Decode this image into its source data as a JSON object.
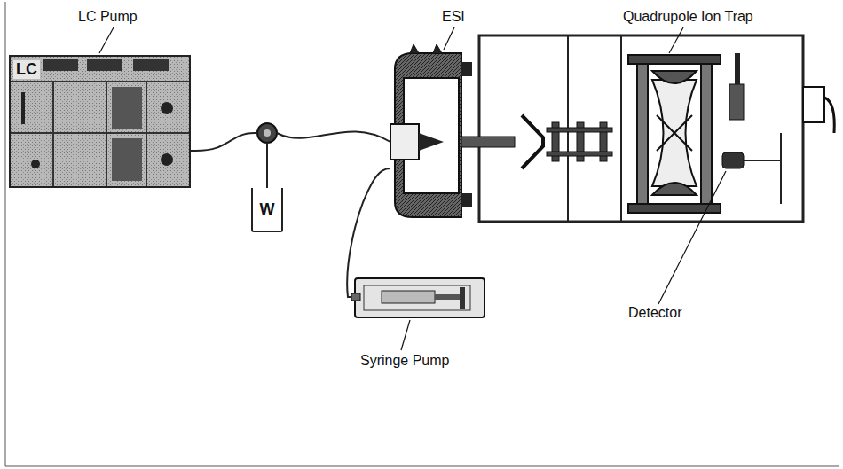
{
  "diagram": {
    "nodes": [
      {
        "text": [
          "LC"
        ]
      },
      {
        "text": [
          "W"
        ]
      }
    ],
    "edges": [
      {
        "from": 0,
        "to": 1,
        "arrow": "none"
      }
    ],
    "labels": [
      "LC Pump",
      "ESI",
      "Quadrupole Ion Trap",
      "Syringe Pump",
      "Detector"
    ]
  }
}
